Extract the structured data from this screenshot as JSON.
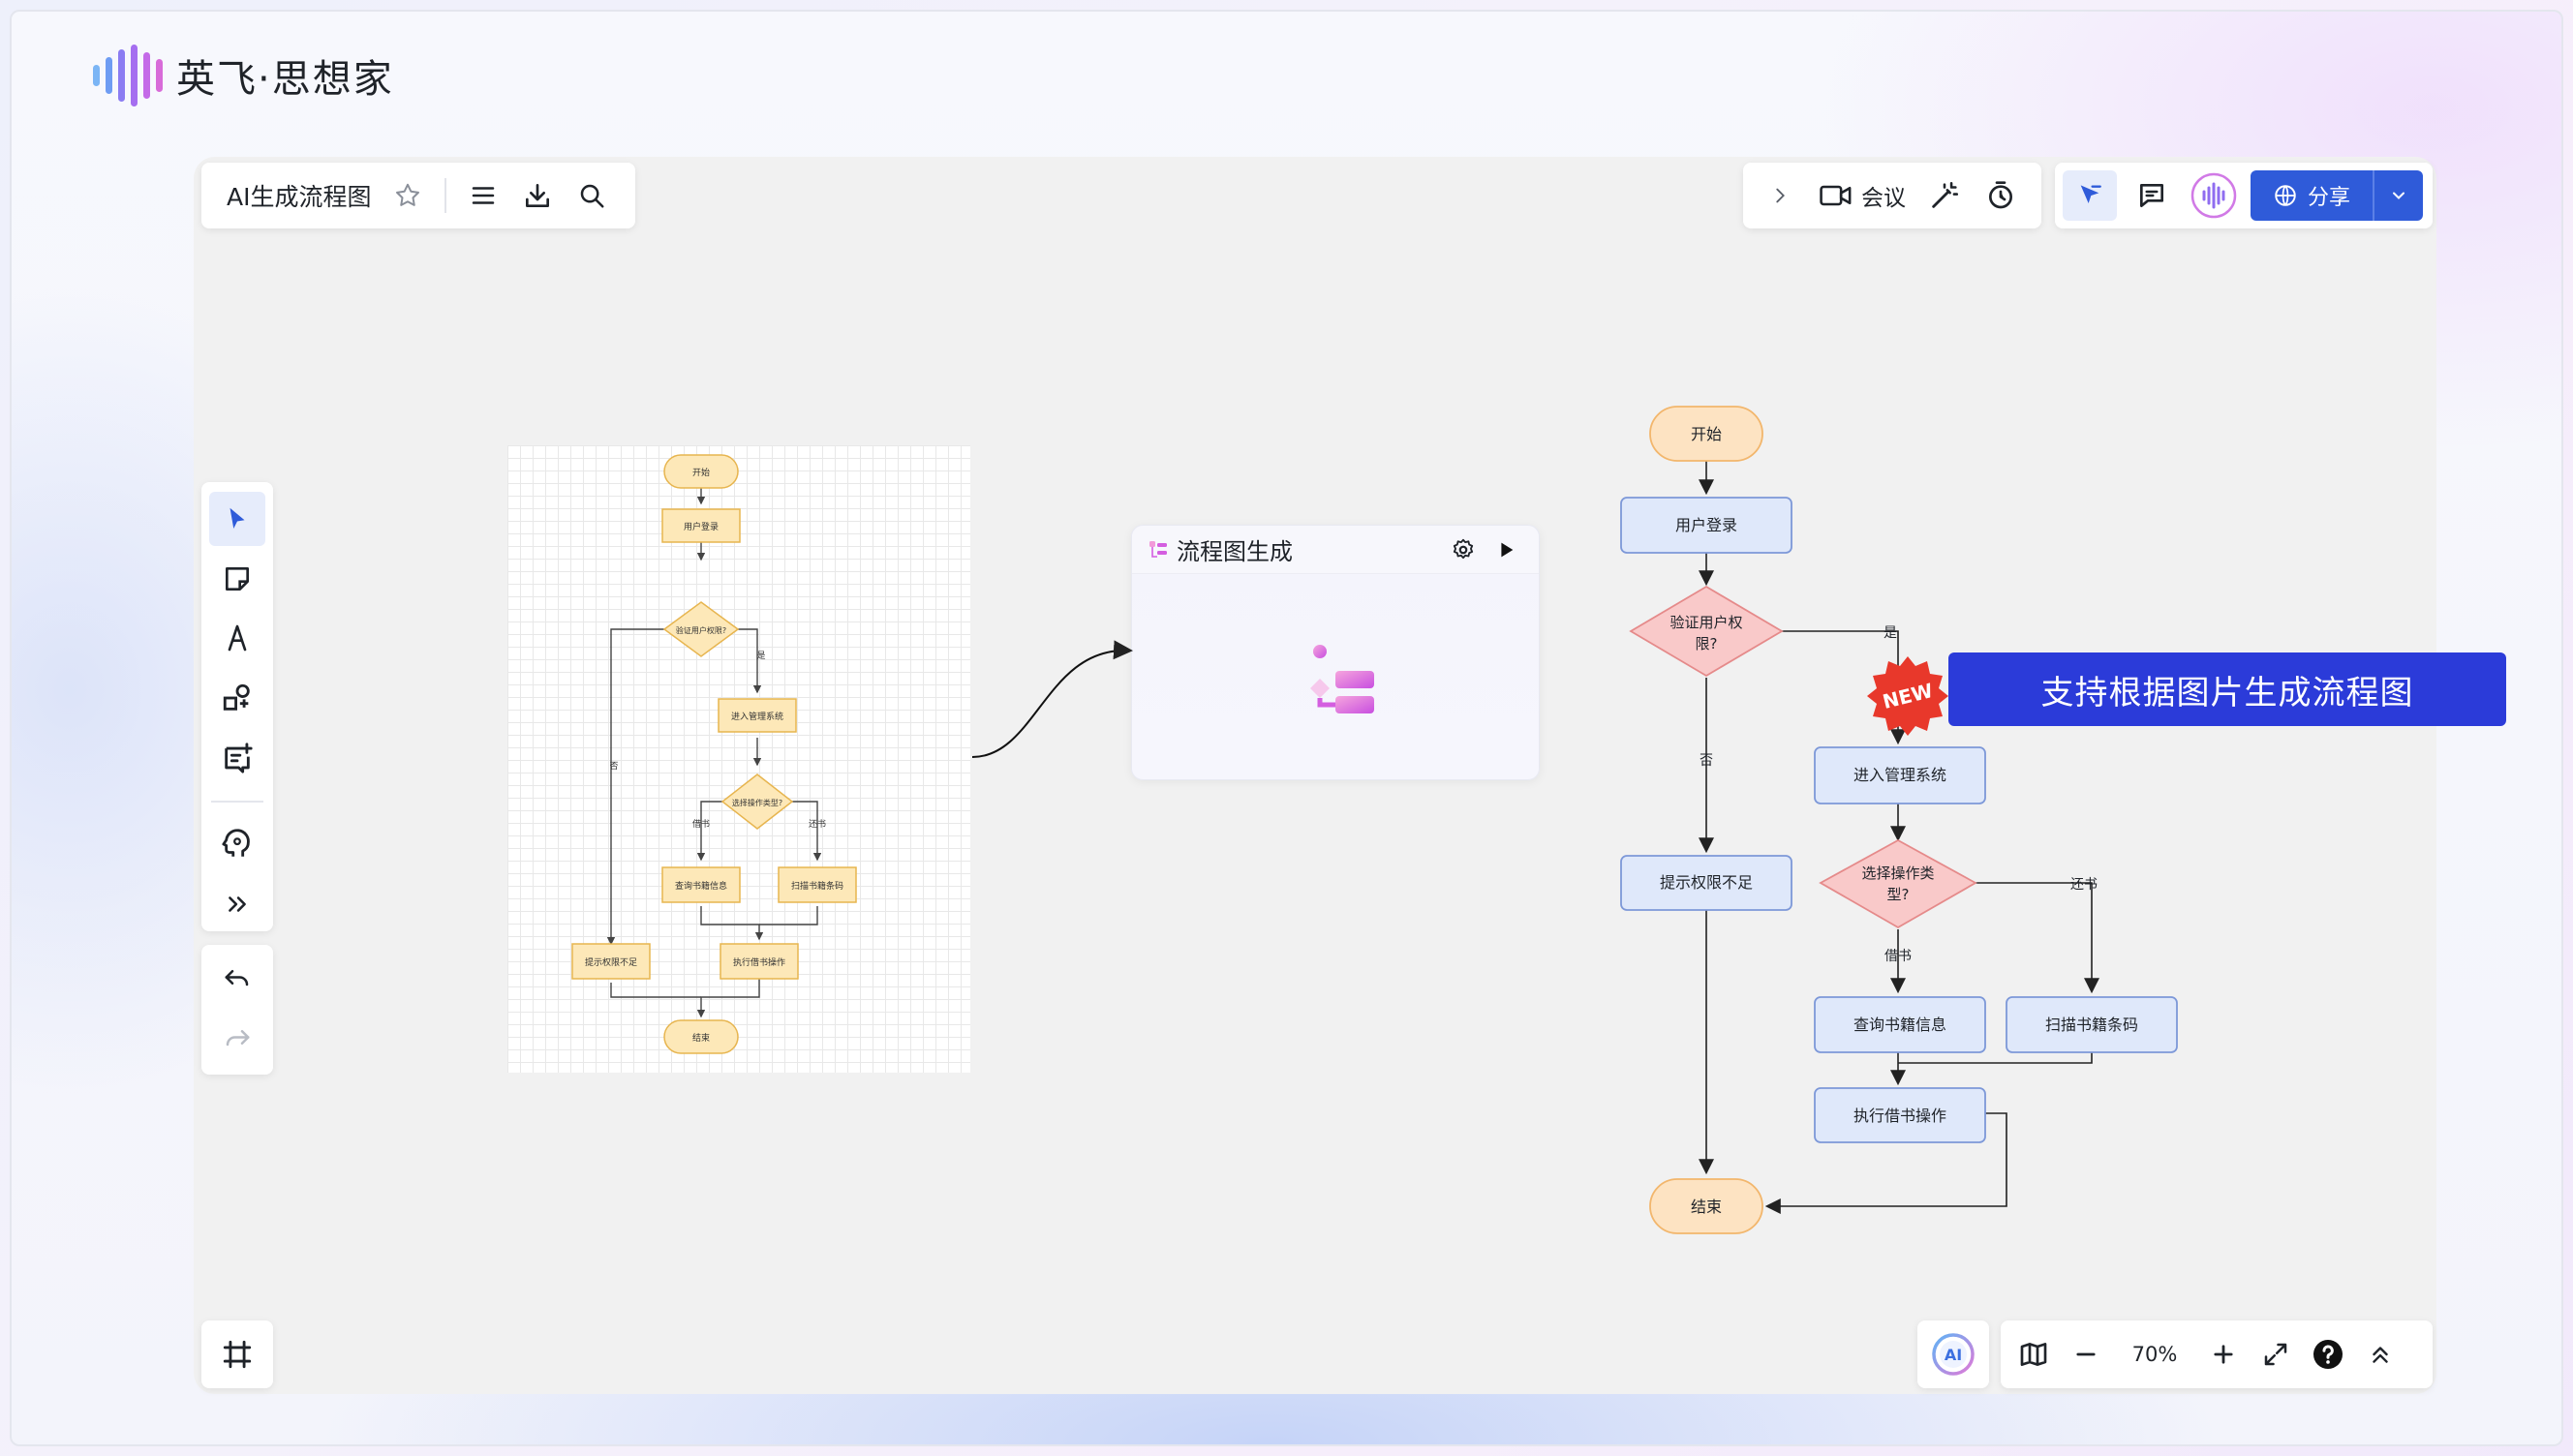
{
  "brand": {
    "name": "英飞·思想家",
    "bar_colors": [
      "#7bb5f5",
      "#6e9cf3",
      "#8b7cf2",
      "#a56ef0",
      "#c46ae8",
      "#d86bd9",
      "#e27ad1"
    ]
  },
  "header": {
    "doc_title": "AI生成流程图"
  },
  "toolbar_right": {
    "meeting_label": "会议",
    "share_label": "分享"
  },
  "zoom": {
    "value": "70%"
  },
  "generator_card": {
    "title": "流程图生成"
  },
  "banner": {
    "text": "支持根据图片生成流程图",
    "badge": "NEW"
  },
  "icons": {
    "star": "star-icon",
    "menu": "menu-icon",
    "download": "download-icon",
    "search": "search-icon",
    "chevron": "chevron-right-icon",
    "video": "video-icon",
    "magic": "magic-wand-icon",
    "timer": "timer-icon",
    "select": "select-arrow-icon",
    "comment": "comment-icon",
    "voice": "voice-wave-icon",
    "globe": "globe-icon"
  },
  "thumbnail_flow": {
    "start": "开始",
    "login": "用户登录",
    "verify": "验证用户权限?",
    "yes": "是",
    "no": "否",
    "enter": "进入管理系统",
    "choose": "选择操作类型?",
    "borrow": "借书",
    "return": "还书",
    "query": "查询书籍信息",
    "scan": "扫描书籍条码",
    "insufficient": "提示权限不足",
    "execute": "执行借书操作",
    "end": "结束"
  },
  "main_flow": {
    "start": "开始",
    "login": "用户登录",
    "verify_l1": "验证用户权",
    "verify_l2": "限?",
    "yes": "是",
    "no": "否",
    "enter": "进入管理系统",
    "choose_l1": "选择操作类",
    "choose_l2": "型?",
    "borrow": "借书",
    "return": "还书",
    "query": "查询书籍信息",
    "scan": "扫描书籍条码",
    "insufficient": "提示权限不足",
    "execute": "执行借书操作",
    "end": "结束"
  }
}
